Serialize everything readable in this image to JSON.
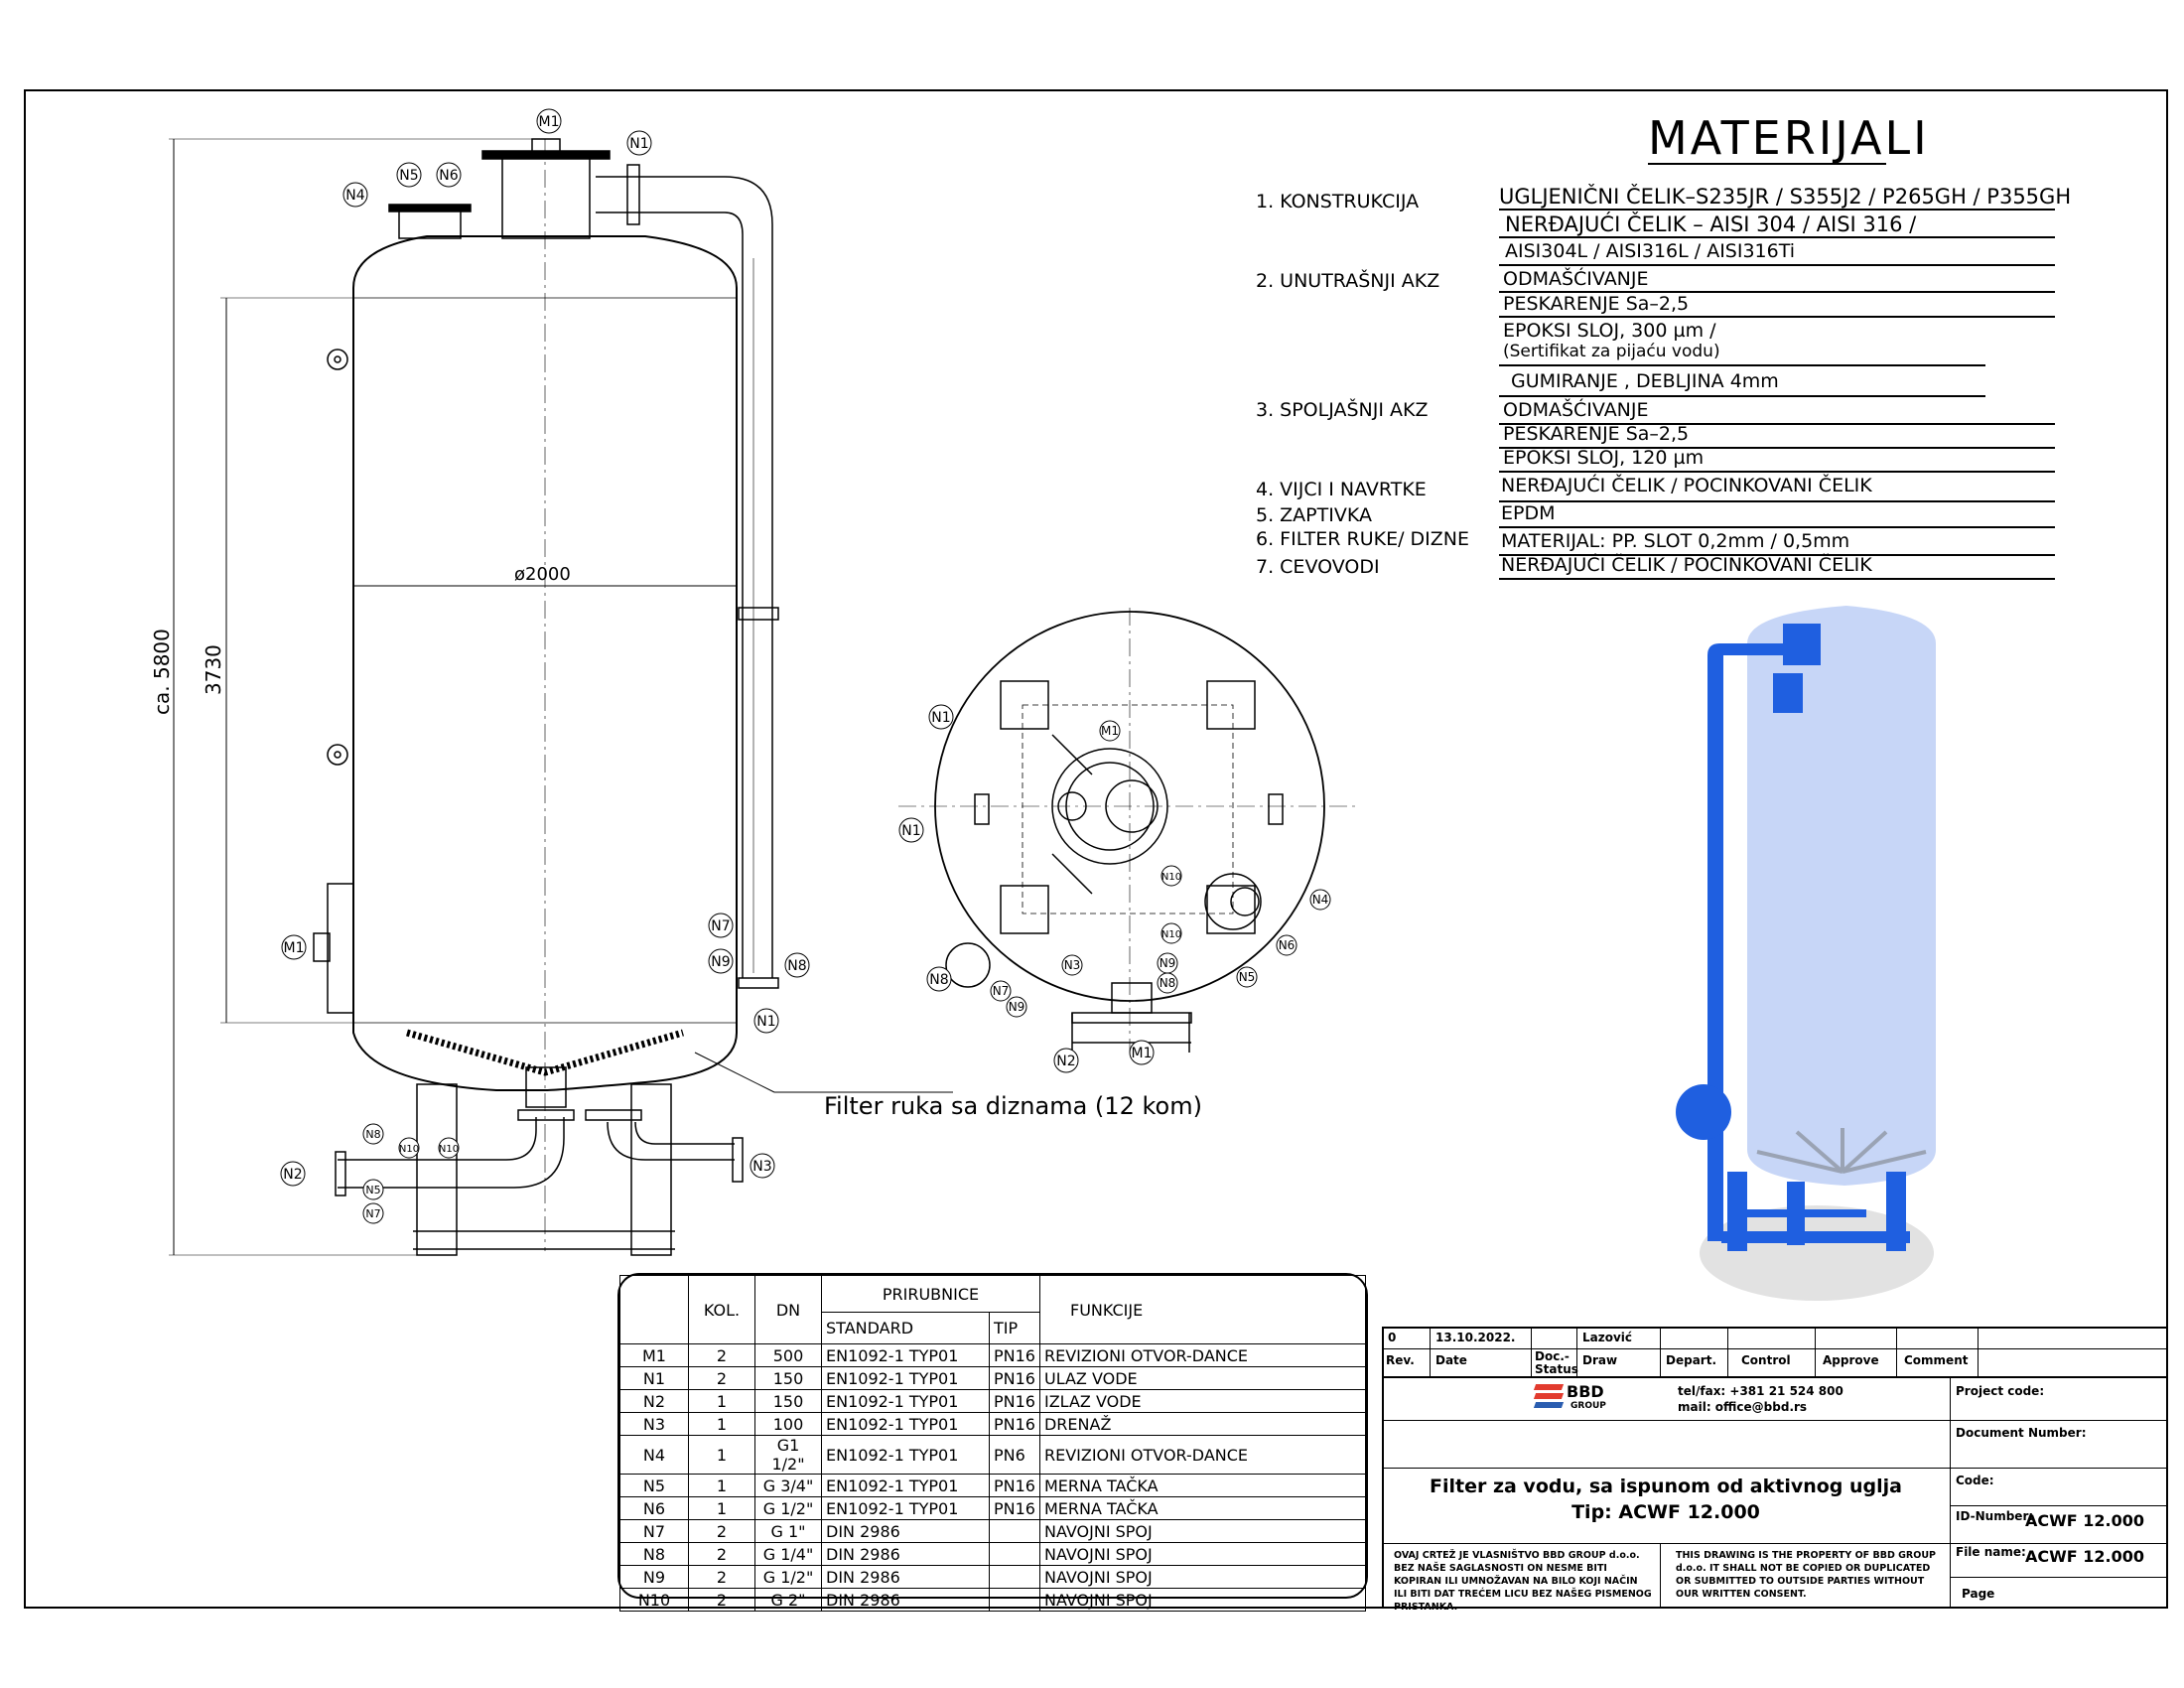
{
  "materials": {
    "title": "MATERIJALI",
    "items": [
      {
        "label": "1. KONSTRUKCIJA",
        "values": [
          "UGLJENIČNI ČELIK–S235JR / S355J2 / P265GH / P355GH",
          "NERĐAJUĆI ČELIK – AISI 304 / AISI 316 /",
          "AISI304L / AISI316L / AISI316Ti"
        ]
      },
      {
        "label": "2. UNUTRAŠNJI AKZ",
        "values": [
          "ODMAŠĆIVANJE",
          "PESKARENJE Sa–2,5",
          "EPOKSI SLOJ, 300 µm /",
          "(Sertifikat za pijaću vodu)",
          "GUMIRANJE , DEBLJINA 4mm"
        ]
      },
      {
        "label": "3. SPOLJAŠNJI AKZ",
        "values": [
          "ODMAŠĆIVANJE",
          "PESKARENJE Sa–2,5",
          "EPOKSI SLOJ, 120 µm"
        ]
      },
      {
        "label": "4. VIJCI I NAVRTKE",
        "values": [
          "NERĐAJUĆI ČELIK / POCINKOVANI ČELIK"
        ]
      },
      {
        "label": "5. ZAPTIVKA",
        "values": [
          "EPDM"
        ]
      },
      {
        "label": "6. FILTER RUKE/ DIZNE",
        "values": [
          "MATERIJAL: PP. SLOT 0,2mm / 0,5mm"
        ]
      },
      {
        "label": "7. CEVOVODI",
        "values": [
          "NERĐAJUĆI ČELIK / POCINKOVANI ČELIK"
        ]
      }
    ]
  },
  "drawing": {
    "dim_height": "ca. 5800",
    "dim_shell": "3730",
    "dim_diameter": "ø2000",
    "filter_note": "Filter ruka sa diznama (12 kom)",
    "nozzles": [
      "M1",
      "N1",
      "N2",
      "N3",
      "N4",
      "N5",
      "N6",
      "N7",
      "N8",
      "N9",
      "N10"
    ]
  },
  "nozzle_table": {
    "headers": {
      "kol": "KOL.",
      "dn": "DN",
      "prirubnice": "PRIRUBNICE",
      "standard": "STANDARD",
      "tip": "TIP",
      "funkcije": "FUNKCIJE"
    },
    "rows": [
      {
        "id": "M1",
        "kol": "2",
        "dn": "500",
        "standard": "EN1092-1 TYP01",
        "tip": "PN16",
        "funkcija": "REVIZIONI OTVOR-DANCE"
      },
      {
        "id": "N1",
        "kol": "2",
        "dn": "150",
        "standard": "EN1092-1 TYP01",
        "tip": "PN16",
        "funkcija": "ULAZ VODE"
      },
      {
        "id": "N2",
        "kol": "1",
        "dn": "150",
        "standard": "EN1092-1 TYP01",
        "tip": "PN16",
        "funkcija": "IZLAZ VODE"
      },
      {
        "id": "N3",
        "kol": "1",
        "dn": "100",
        "standard": "EN1092-1 TYP01",
        "tip": "PN16",
        "funkcija": "DRENAŽ"
      },
      {
        "id": "N4",
        "kol": "1",
        "dn": "G1 1/2\"",
        "standard": "EN1092-1 TYP01",
        "tip": "PN6",
        "funkcija": "REVIZIONI OTVOR-DANCE"
      },
      {
        "id": "N5",
        "kol": "1",
        "dn": "G 3/4\"",
        "standard": "EN1092-1 TYP01",
        "tip": "PN16",
        "funkcija": "MERNA TAČKA"
      },
      {
        "id": "N6",
        "kol": "1",
        "dn": "G 1/2\"",
        "standard": "EN1092-1 TYP01",
        "tip": "PN16",
        "funkcija": "MERNA TAČKA"
      },
      {
        "id": "N7",
        "kol": "2",
        "dn": "G 1\"",
        "standard": "DIN 2986",
        "tip": "",
        "funkcija": "NAVOJNI SPOJ"
      },
      {
        "id": "N8",
        "kol": "2",
        "dn": "G 1/4\"",
        "standard": "DIN 2986",
        "tip": "",
        "funkcija": "NAVOJNI SPOJ"
      },
      {
        "id": "N9",
        "kol": "2",
        "dn": "G 1/2\"",
        "standard": "DIN 2986",
        "tip": "",
        "funkcija": "NAVOJNI SPOJ"
      },
      {
        "id": "N10",
        "kol": "2",
        "dn": "G 2\"",
        "standard": "DIN 2986",
        "tip": "",
        "funkcija": "NAVOJNI SPOJ"
      }
    ]
  },
  "title_block": {
    "rev_num": "0",
    "rev_date": "13.10.2022.",
    "rev_draw": "Lazović",
    "headers": {
      "rev": "Rev.",
      "date": "Date",
      "doc_status": "Doc.- Status",
      "draw": "Draw",
      "depart": "Depart.",
      "control": "Control",
      "approve": "Approve",
      "comment": "Comment"
    },
    "company": "BBD",
    "company_sub": "GROUP",
    "phone": "tel/fax: +381 21 524 800",
    "mail": "mail: office@bbd.rs",
    "project_code_label": "Project code:",
    "document_number_label": "Document Number:",
    "code_label": "Code:",
    "id_number_label": "ID-Number:",
    "id_number": "ACWF 12.000",
    "file_name_label": "File name:",
    "file_name": "ACWF 12.000",
    "page_label": "Page",
    "title_line1": "Filter za vodu, sa ispunom od aktivnog uglja",
    "title_line2": "Tip: ACWF 12.000",
    "notice_sr": "OVAJ CRTEŽ JE VLASNIŠTVO BBD GROUP d.o.o. BEZ NAŠE SAGLASNOSTI ON NESME BITI KOPIRAN ILI UMNOŽAVAN NA BILO KOJI NAČIN ILI BITI DAT TREĆEM LICU BEZ NAŠEG PISMENOG PRISTANKA.",
    "notice_en": "THIS DRAWING IS THE PROPERTY OF BBD GROUP d.o.o. IT SHALL NOT BE COPIED OR DUPLICATED OR SUBMITTED TO OUTSIDE PARTIES WITHOUT OUR WRITTEN CONSENT."
  },
  "colors": {
    "render_blue": "#1f5fe0",
    "render_body": "#c7d6f7",
    "logo_red": "#e23b2e",
    "logo_blue": "#2a5db0"
  }
}
